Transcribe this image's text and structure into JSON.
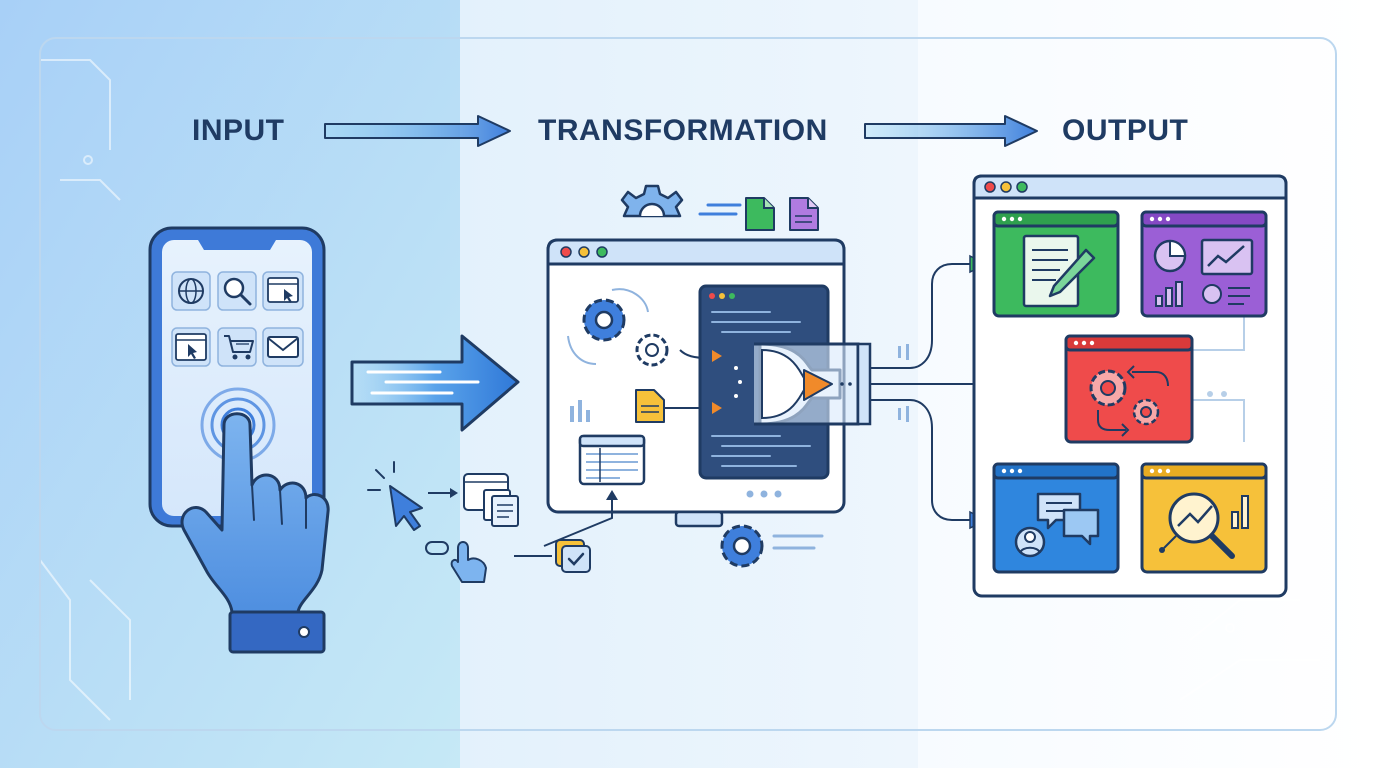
{
  "stages": {
    "input": {
      "label": "INPUT"
    },
    "transformation": {
      "label": "TRANSFORMATION"
    },
    "output": {
      "label": "OUTPUT"
    }
  },
  "icons": {
    "input_apps": [
      "globe-icon",
      "search-icon",
      "browser-cursor-icon",
      "window-cursor-icon",
      "shopping-cart-icon",
      "mail-icon"
    ],
    "output_panels": [
      "document-edit-icon",
      "analytics-icon",
      "gears-process-icon",
      "chat-user-icon",
      "search-analytics-icon"
    ]
  },
  "colors": {
    "outline": "#1f3b63",
    "accent_blue": "#3f7fdc",
    "panel_green": "#3dba5e",
    "panel_purple": "#9b5fd6",
    "panel_red": "#ef4b4b",
    "panel_blue": "#2f86de",
    "panel_yellow": "#f6c13a",
    "arrow_orange": "#f08a2a"
  }
}
